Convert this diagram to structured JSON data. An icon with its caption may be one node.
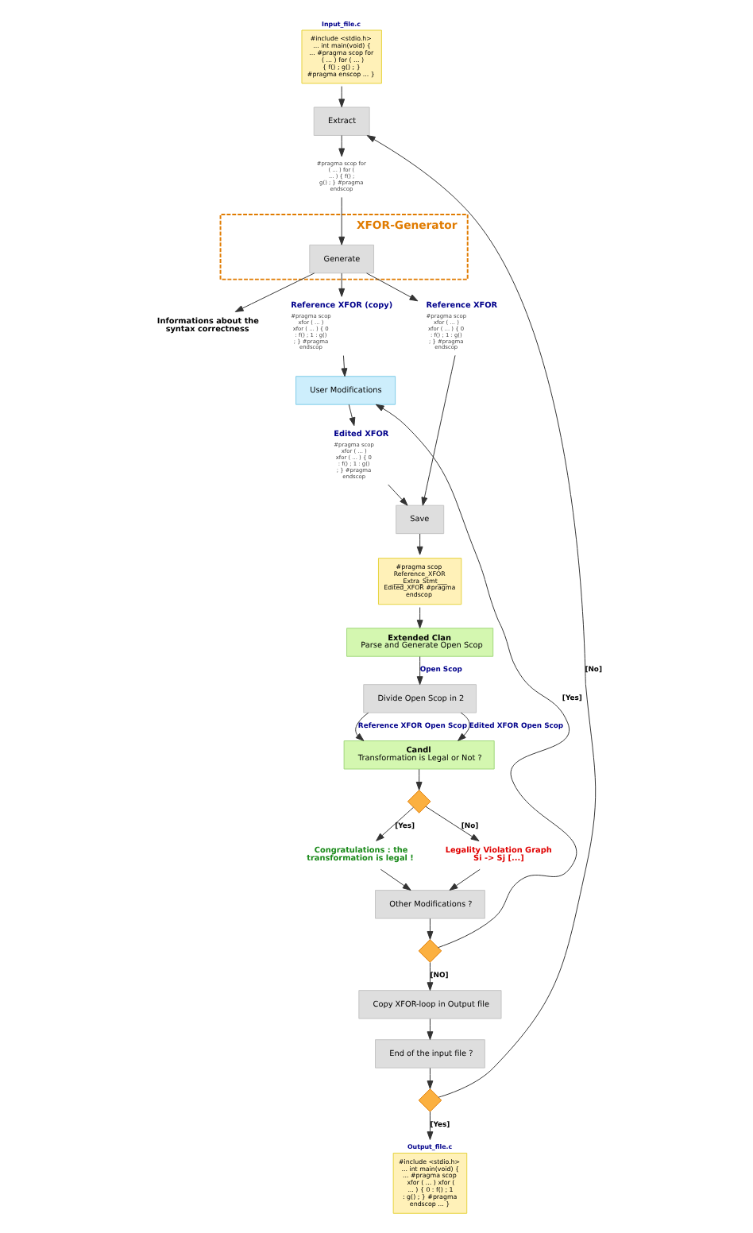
{
  "diagram": {
    "nodes": [
      {
        "text": [
          "Input_file.c",
          "#include <stdio.h> ... int main(void) { ... #pragma scop for ( ... ) for ( ... ) { f() ; g() ; } #pragma enscop ... }"
        ]
      },
      {
        "text": [
          "Extract"
        ]
      },
      {
        "text": [
          "#pragma scop for ( ... ) for ( ... ) { f() ; g() ; } #pragma endscop"
        ]
      },
      {
        "text": [
          "XFOR-Generator"
        ]
      },
      {
        "text": [
          "Generate"
        ],
        "in": 3
      },
      {
        "text": [
          "Informations about the syntax correctness"
        ]
      },
      {
        "text": [
          "Reference XFOR (copy)",
          "#pragma scop xfor ( ... ) xfor ( ... ) { 0 : f() ; 1 : g() ; } #pragma endscop"
        ]
      },
      {
        "text": [
          "User Modifications"
        ]
      },
      {
        "text": [
          "Reference XFOR",
          "#pragma scop xfor ( ... ) xfor ( ... ) { 0 : f() ; 1 : g() ; } #pragma endscop"
        ]
      },
      {
        "text": [
          "Edited XFOR",
          "#pragma scop xfor ( ... ) xfor ( ... ) { 0 : f() ; 1 : g() ; } #pragma endscop"
        ]
      },
      {
        "text": [
          "Save"
        ]
      },
      {
        "text": [
          "#pragma scop Reference_XFOR ___Extra_Stmt___ Edited_XFOR #pragma endscop"
        ]
      },
      {
        "text": [
          "Extended Clan",
          "Parse and Generate Open Scop"
        ]
      },
      {
        "text": [
          "Divide Open Scop in 2"
        ]
      },
      {
        "text": [
          "Candl",
          "Transformation is Legal or Not ?"
        ]
      },
      {
        "text": [],
        "shape": "diamond"
      },
      {
        "text": [
          "Congratulations : the transformation is legal !"
        ]
      },
      {
        "text": [
          "Legality Violation Graph Si -> Sj [...]"
        ]
      },
      {
        "text": [
          "Other Modifications ?"
        ]
      },
      {
        "text": [],
        "shape": "diamond"
      },
      {
        "text": [
          "Copy XFOR-loop in Output file"
        ]
      },
      {
        "text": [
          "End of the input file ?"
        ]
      },
      {
        "text": [],
        "shape": "diamond"
      },
      {
        "text": [
          "Output_file.c",
          "#include <stdio.h> ... int main(void) { ... #pragma scop xfor ( ... ) xfor ( ... ) { 0 : f() ; 1 : g() ; } #pragma endscop ... }"
        ]
      }
    ],
    "edges": [
      {
        "from": 0,
        "to": 1,
        "arrow": "to"
      },
      {
        "from": 1,
        "to": 2,
        "arrow": "to"
      },
      {
        "from": 2,
        "to": 4,
        "arrow": "to"
      },
      {
        "from": 4,
        "to": 5,
        "arrow": "to"
      },
      {
        "from": 4,
        "to": 6,
        "arrow": "to"
      },
      {
        "from": 6,
        "to": 7,
        "arrow": "to"
      },
      {
        "from": 4,
        "to": 8,
        "arrow": "to"
      },
      {
        "from": 7,
        "to": 9,
        "arrow": "to"
      },
      {
        "from": 8,
        "to": 10,
        "arrow": "to"
      },
      {
        "from": 9,
        "to": 10,
        "arrow": "to"
      },
      {
        "from": 10,
        "to": 11,
        "arrow": "to"
      },
      {
        "from": 11,
        "to": 12,
        "arrow": "to"
      },
      {
        "from": 12,
        "to": 13,
        "arrow": "to",
        "label": "Open Scop"
      },
      {
        "from": 13,
        "to": 14,
        "arrow": "to",
        "label": "Reference XFOR Open Scop"
      },
      {
        "from": 13,
        "to": 14,
        "arrow": "to",
        "label": "Edited XFOR Open Scop"
      },
      {
        "from": 14,
        "to": 15,
        "arrow": "to"
      },
      {
        "from": 15,
        "to": 16,
        "arrow": "to",
        "label": "[Yes]"
      },
      {
        "from": 15,
        "to": 17,
        "arrow": "to",
        "label": "[No]"
      },
      {
        "from": 16,
        "to": 18,
        "arrow": "to"
      },
      {
        "from": 17,
        "to": 18,
        "arrow": "to"
      },
      {
        "from": 18,
        "to": 19,
        "arrow": "to"
      },
      {
        "from": 19,
        "to": 20,
        "arrow": "to",
        "label": "[NO]"
      },
      {
        "from": 19,
        "to": 7,
        "arrow": "to",
        "label": "[Yes]"
      },
      {
        "from": 20,
        "to": 21,
        "arrow": "to"
      },
      {
        "from": 21,
        "to": 22,
        "arrow": "to"
      },
      {
        "from": 22,
        "to": 1,
        "arrow": "to",
        "label": "[No]"
      },
      {
        "from": 22,
        "to": 23,
        "arrow": "to",
        "label": "[Yes]"
      }
    ]
  }
}
